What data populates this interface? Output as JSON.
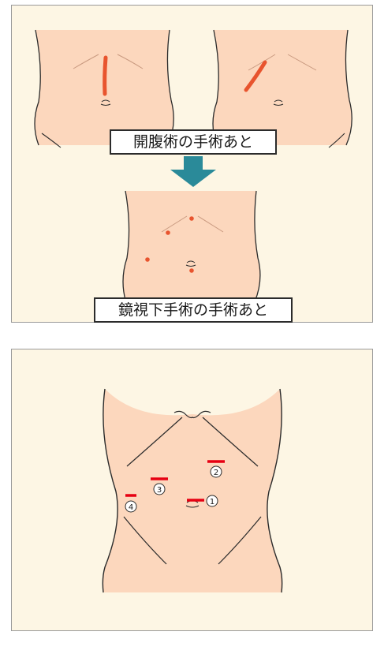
{
  "top_panel": {
    "open_surgery_caption": "開腹術の手術あと",
    "laparoscopic_caption": "鏡視下手術の手術あと"
  },
  "bottom_panel": {
    "port_labels": [
      "①",
      "②",
      "③",
      "④"
    ]
  },
  "colors": {
    "panel_bg": "#fdf6e4",
    "skin": "#fcd7bd",
    "outline": "#2b2b2b",
    "incision": "#e8542e",
    "port_mark": "#e60012",
    "arrow": "#2a8a99"
  },
  "icons": [
    "down-arrow-icon",
    "navel-icon"
  ]
}
